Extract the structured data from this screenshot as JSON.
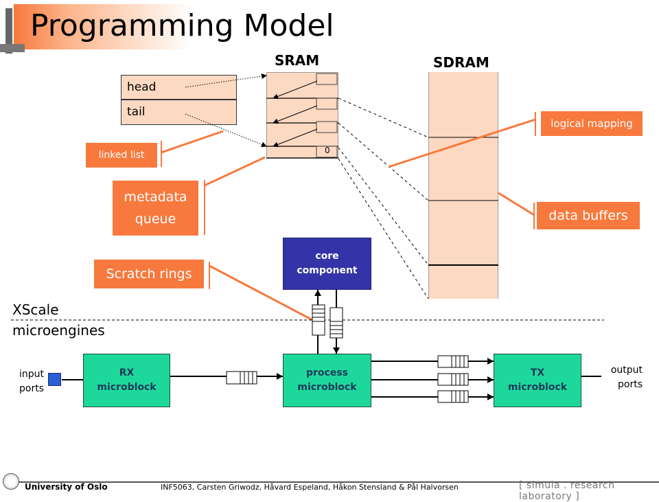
{
  "slide": {
    "title": "Programming Model"
  },
  "memory": {
    "sram_label": "SRAM",
    "sdram_label": "SDRAM",
    "head_label": "head",
    "tail_label": "tail",
    "null_marker": "0"
  },
  "callouts": {
    "linked_list": "linked list",
    "metadata_line1": "metadata",
    "metadata_line2": "queue",
    "scratch_rings": "Scratch rings",
    "logical_mapping": "logical mapping",
    "data_buffers": "data buffers"
  },
  "components": {
    "core_line1": "core",
    "core_line2": "component",
    "rx_line1": "RX",
    "rx_line2": "microblock",
    "process_line1": "process",
    "process_line2": "microblock",
    "tx_line1": "TX",
    "tx_line2": "microblock"
  },
  "labels": {
    "xscale": "XScale",
    "microengines": "microengines",
    "input_line1": "input",
    "input_line2": "ports",
    "output_line1": "output",
    "output_line2": "ports"
  },
  "footer": {
    "university": "University of Oslo",
    "authors": "INF5063, Carsten Griwodz, Håvard Espeland, Håkon Stensland & Pål Halvorsen",
    "lab": "[ simula . research laboratory ]"
  },
  "colors": {
    "accent_orange": "#f7793d",
    "memory_fill": "#fdd9c2",
    "microblock_green": "#1ed89b",
    "core_blue": "#3434a8",
    "port_blue": "#2a5fd6"
  }
}
